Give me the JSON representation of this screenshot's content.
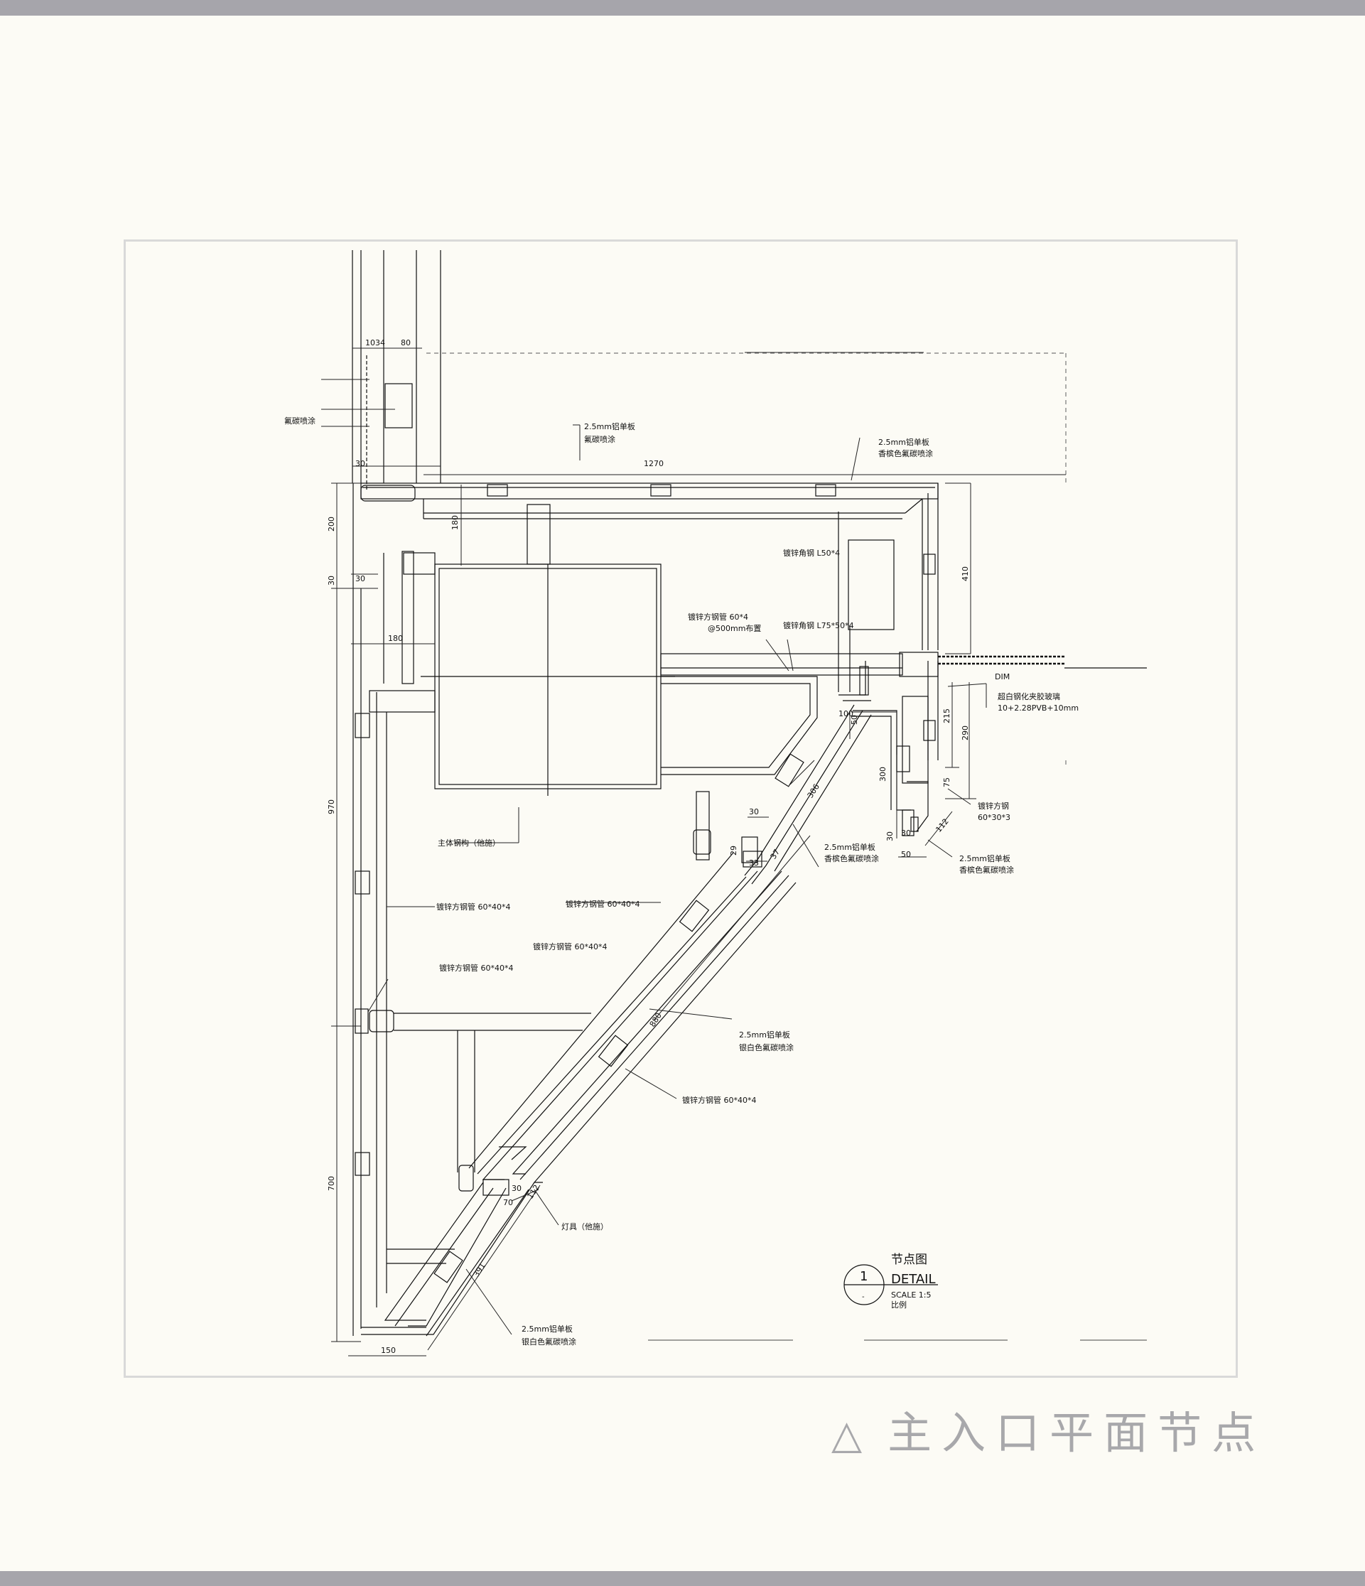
{
  "page": {
    "caption_symbol": "△",
    "caption": "主入口平面节点"
  },
  "detail": {
    "number": "1",
    "sub": "-",
    "title_cn": "节点图",
    "title_en": "DETAIL",
    "scale": "SCALE 1:5",
    "scale_cn": "比例"
  },
  "labels": {
    "fluorocarbon_left": "氟碳喷涂",
    "panel_top_1": "2.5mm铝单板",
    "panel_top_2": "氟碳喷涂",
    "panel_right_1": "2.5mm铝单板",
    "panel_right_2": "香槟色氟碳喷涂",
    "angle_steel_1": "镀锌角钢 L50*4",
    "square_tube_1": "镀锌方钢管 60*4",
    "square_tube_1b": "@500mm布置",
    "angle_steel_2": "镀锌角钢 L75*50*4",
    "dim_label": "DIM",
    "glass_1": "超白钢化夹胶玻璃",
    "glass_2": "10+2.28PVB+10mm",
    "main_steel": "主体钢构（他施）",
    "panel_mid_1": "2.5mm铝单板",
    "panel_mid_2": "香槟色氟碳喷涂",
    "square_steel_r1": "镀锌方钢",
    "square_steel_r2": "60*30*3",
    "panel_r2_1": "2.5mm铝单板",
    "panel_r2_2": "香槟色氟碳喷涂",
    "tube_a": "镀锌方钢管 60*40*4",
    "tube_b": "镀锌方钢管 60*40*4",
    "tube_c": "镀锌方钢管 60*40*4",
    "tube_d": "镀锌方钢管 60*40*4",
    "panel_diag_1": "2.5mm铝单板",
    "panel_diag_2": "银白色氟碳喷涂",
    "tube_e": "镀锌方钢管 60*40*4",
    "lamp": "灯具（他施）",
    "panel_bot_1": "2.5mm铝单板",
    "panel_bot_2": "银白色氟碳喷涂"
  },
  "dimensions": {
    "d10": "10",
    "d34": "34",
    "d80": "80",
    "d30a": "30",
    "d1270": "1270",
    "d180v": "180",
    "d200": "200",
    "d30b": "30",
    "d30c": "30",
    "d180h": "180",
    "d410": "410",
    "d215": "215",
    "d290": "290",
    "d75": "75",
    "d100": "100",
    "d50v": "50",
    "d300": "300",
    "d306": "306",
    "d30d": "30",
    "d33": "33",
    "d37": "37",
    "d29": "29",
    "d30e": "30",
    "d30f": "30",
    "d50h": "50",
    "d112": "112",
    "d970": "970",
    "d880": "880",
    "d700": "700",
    "d30g": "30",
    "d70": "70",
    "d112b": "112",
    "d391": "391",
    "d150": "150"
  }
}
